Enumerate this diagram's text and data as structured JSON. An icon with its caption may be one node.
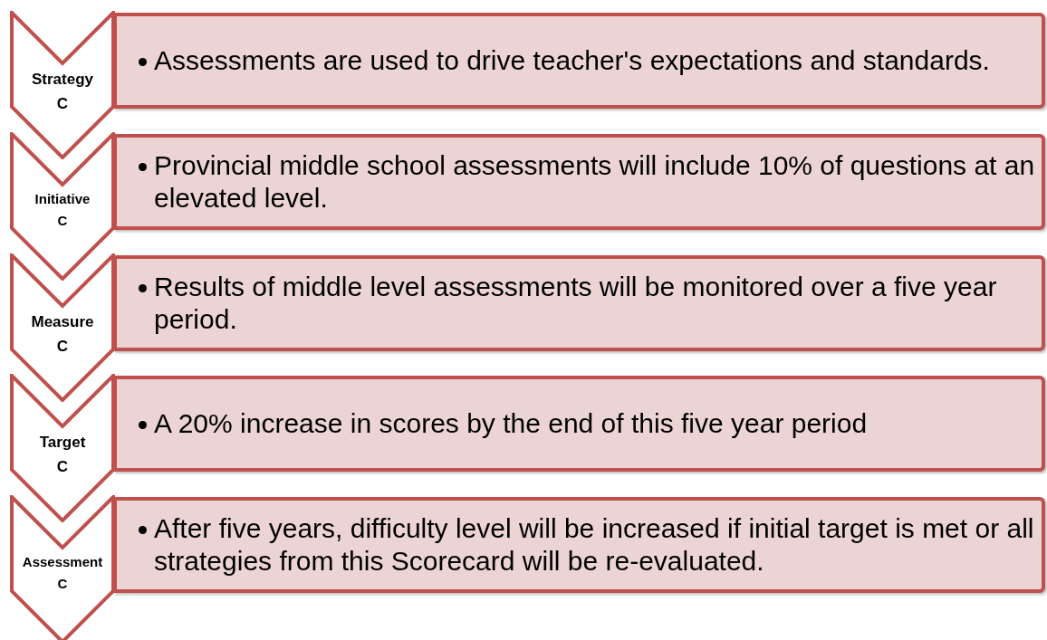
{
  "diagram": {
    "nodes": [
      {
        "text": [
          "Strategy C"
        ]
      },
      {
        "text": [
          "Assessments are used to drive teacher's expectations and standards."
        ]
      },
      {
        "text": [
          "Initiative C"
        ]
      },
      {
        "text": [
          "Provincial middle school assessments will include 10% of questions at an elevated level."
        ]
      },
      {
        "text": [
          "Measure C"
        ]
      },
      {
        "text": [
          "Results of middle level assessments will be monitored over a five year period."
        ]
      },
      {
        "text": [
          "Target C"
        ]
      },
      {
        "text": [
          "A 20% increase in scores by the end of this five year period"
        ]
      },
      {
        "text": [
          "Assessment C"
        ]
      },
      {
        "text": [
          "After five years, difficulty level will be increased if initial target is met or all strategies from this Scorecard will be re-evaluated."
        ]
      }
    ]
  }
}
